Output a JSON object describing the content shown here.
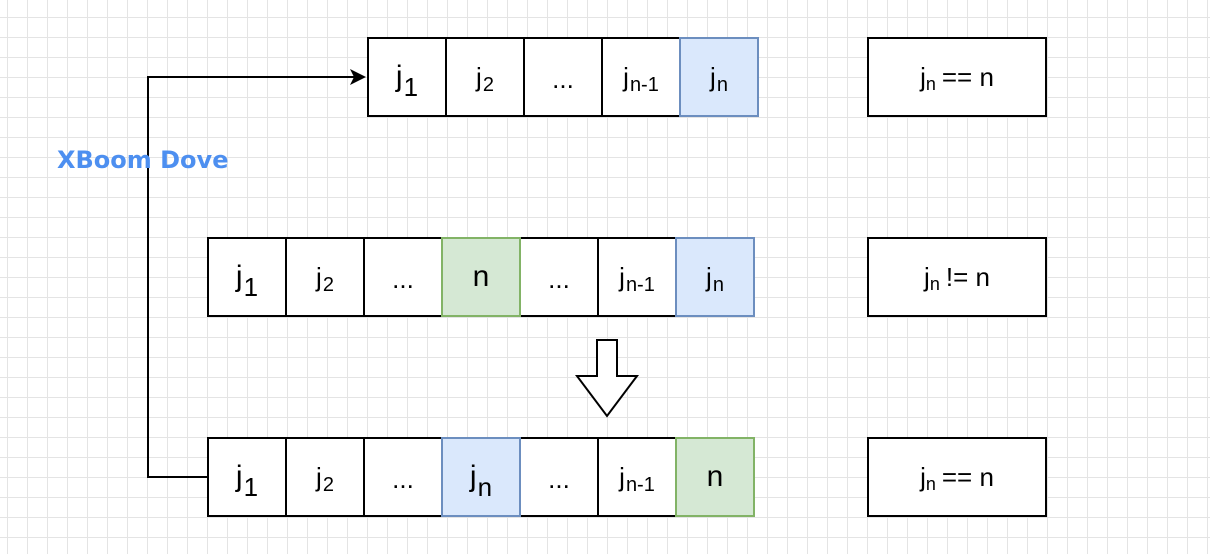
{
  "rows": [
    {
      "cells": [
        {
          "base": "j",
          "sub": "1"
        },
        {
          "base": "j",
          "sub": "2"
        },
        {
          "base": "...",
          "sub": ""
        },
        {
          "base": "j",
          "sub": "n-1"
        },
        {
          "base": "j",
          "sub": "n"
        }
      ],
      "condition": {
        "base": "j",
        "sub": "n",
        "rest": "== n"
      }
    },
    {
      "cells": [
        {
          "base": "j",
          "sub": "1"
        },
        {
          "base": "j",
          "sub": "2"
        },
        {
          "base": "...",
          "sub": ""
        },
        {
          "base": "n",
          "sub": ""
        },
        {
          "base": "...",
          "sub": ""
        },
        {
          "base": "j",
          "sub": "n-1"
        },
        {
          "base": "j",
          "sub": "n"
        }
      ],
      "condition": {
        "base": "j",
        "sub": "n",
        "rest": "!= n"
      }
    },
    {
      "cells": [
        {
          "base": "j",
          "sub": "1"
        },
        {
          "base": "j",
          "sub": "2"
        },
        {
          "base": "...",
          "sub": ""
        },
        {
          "base": "j",
          "sub": "n"
        },
        {
          "base": "...",
          "sub": ""
        },
        {
          "base": "j",
          "sub": "n-1"
        },
        {
          "base": "n",
          "sub": ""
        }
      ],
      "condition": {
        "base": "j",
        "sub": "n",
        "rest": "== n"
      }
    }
  ],
  "watermark": "XBoom Dove",
  "colors": {
    "blue_fill": "#dae8fc",
    "blue_stroke": "#6c8ebf",
    "green_fill": "#d5e8d4",
    "green_stroke": "#82b366",
    "watermark": "#4d8ff0"
  }
}
